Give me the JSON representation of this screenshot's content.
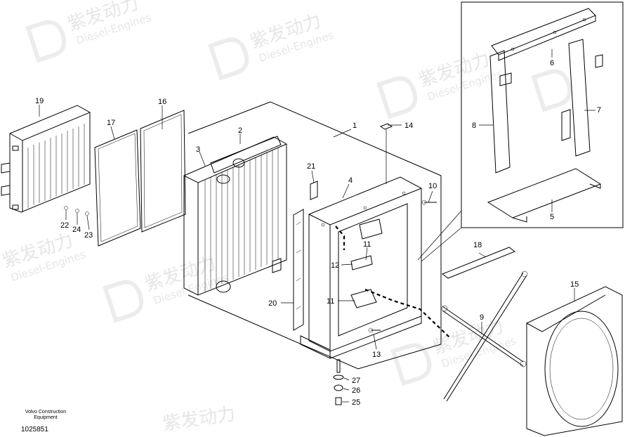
{
  "watermark": {
    "brand_cn": "紫发动力",
    "brand_en": "Diesel-Engines"
  },
  "callouts": [
    {
      "id": "c1",
      "text": "1"
    },
    {
      "id": "c2",
      "text": "2"
    },
    {
      "id": "c3",
      "text": "3"
    },
    {
      "id": "c4",
      "text": "4"
    },
    {
      "id": "c5",
      "text": "5"
    },
    {
      "id": "c6",
      "text": "6"
    },
    {
      "id": "c7",
      "text": "7"
    },
    {
      "id": "c8",
      "text": "8"
    },
    {
      "id": "c9",
      "text": "9"
    },
    {
      "id": "c10",
      "text": "10"
    },
    {
      "id": "c11a",
      "text": "11"
    },
    {
      "id": "c11b",
      "text": "11"
    },
    {
      "id": "c12",
      "text": "12"
    },
    {
      "id": "c13",
      "text": "13"
    },
    {
      "id": "c14",
      "text": "14"
    },
    {
      "id": "c15",
      "text": "15"
    },
    {
      "id": "c16",
      "text": "16"
    },
    {
      "id": "c17",
      "text": "17"
    },
    {
      "id": "c18",
      "text": "18"
    },
    {
      "id": "c19",
      "text": "19"
    },
    {
      "id": "c20",
      "text": "20"
    },
    {
      "id": "c21",
      "text": "21"
    },
    {
      "id": "c22",
      "text": "22"
    },
    {
      "id": "c23",
      "text": "23"
    },
    {
      "id": "c24",
      "text": "24"
    },
    {
      "id": "c25",
      "text": "25"
    },
    {
      "id": "c26",
      "text": "26"
    },
    {
      "id": "c27",
      "text": "27"
    }
  ],
  "footer": {
    "manufacturer": "Volvo Construction Equipment",
    "drawing_number": "1025851"
  }
}
